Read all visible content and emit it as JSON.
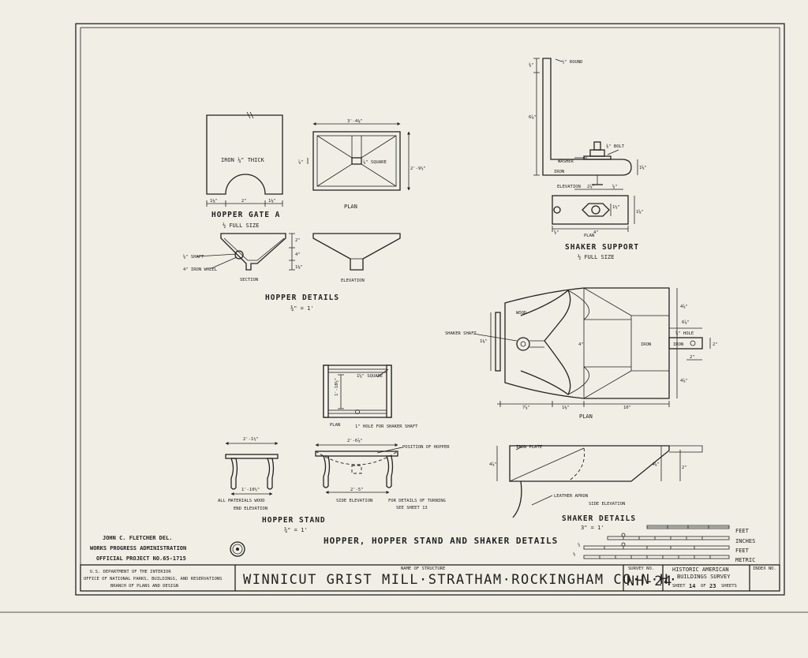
{
  "sheet_title": "HOPPER, HOPPER STAND AND SHAKER DETAILS",
  "hopper_gate": {
    "title": "HOPPER GATE A",
    "scale": "½ FULL SIZE",
    "note": "IRON ¼\" THICK",
    "dims": [
      "1⅛\"",
      "2\"",
      "1⅛\""
    ]
  },
  "hopper_plan": {
    "label": "PLAN",
    "note": "⅞\" SQUARE",
    "dims": [
      "3'-4⅛\"",
      "2'-9½\"",
      "⅞\""
    ]
  },
  "hopper_section": {
    "label": "SECTION",
    "shaft": "⅝\" SHAFT",
    "wheel": "4\" IRON WHEEL",
    "dims": [
      "2\"",
      "4\"",
      "1⅛\""
    ]
  },
  "hopper_elevation": {
    "label": "ELEVATION"
  },
  "hopper_details": {
    "title": "HOPPER DETAILS",
    "scale": "¾\" = 1'"
  },
  "shaker_support": {
    "round": "½\" ROUND",
    "washer": "WASHER",
    "bolt": "⅜\" BOLT",
    "iron": "IRON",
    "elevation": "ELEVATION",
    "plan": "PLAN",
    "title": "SHAKER SUPPORT",
    "scale": "½ FULL SIZE",
    "dims": [
      "⅜\"",
      "6⅞\"",
      "2⅞\"",
      "⅝\"",
      "1⅝\"",
      "4\"",
      "1⅝\"",
      "1½\"",
      "⅝\""
    ]
  },
  "shaker_plan": {
    "wood": "WOOD",
    "shaft": "SHAKER SHAFT",
    "iron": "IRON",
    "iron2": "IRON",
    "hole": "⅝\" HOLE",
    "label": "PLAN",
    "dims": [
      "6⅞\"",
      "2\"",
      "2\"",
      "7⅞\"",
      "1⅛\"",
      "10\"",
      "4\"",
      "4⅞\"",
      "4⅞\"",
      "1⅛\""
    ]
  },
  "stand_plan": {
    "label": "PLAN",
    "hole": "1\" HOLE FOR SHAKER SHAFT",
    "square": "1⅝\" SQUARE",
    "dim": "1'-10½\""
  },
  "stand_side": {
    "label": "SIDE ELEVATION",
    "position": "POSITION OF HOPPER",
    "turning1": "FOR DETAILS OF TURNING",
    "turning2": "SEE SHEET 13",
    "dims": [
      "2'-6⅞\"",
      "2'-5\""
    ]
  },
  "stand_end": {
    "materials": "ALL MATERIALS WOOD",
    "label": "END ELEVATION",
    "dims": [
      "2'-1½\"",
      "1'-10½\""
    ]
  },
  "hopper_stand": {
    "title": "HOPPER STAND",
    "scale": "¾\" = 1'"
  },
  "shaker_side": {
    "iron_plate": "IRON PLATE",
    "apron": "LEATHER APRON",
    "label": "SIDE ELEVATION",
    "dims": [
      "4⅞\"",
      "4⅝\"",
      "2\""
    ]
  },
  "shaker_details": {
    "title": "SHAKER DETAILS",
    "scale": "3\" = 1'"
  },
  "scale_bar": {
    "units": [
      "FEET",
      "INCHES",
      "FEET",
      "METRIC"
    ],
    "marks": [
      "¼",
      "½"
    ]
  },
  "credits": {
    "line1": "JOHN C. FLETCHER DEL.",
    "line2": "WORKS PROGRESS ADMINISTRATION",
    "line3": "OFFICIAL PROJECT NO.65-1715"
  },
  "title_block": {
    "dept1": "U.S. DEPARTMENT OF THE INTERIOR",
    "dept2": "OFFICE OF NATIONAL PARKS, BUILDINGS, AND RESERVATIONS",
    "dept3": "BRANCH OF PLANS AND DESIGN",
    "name_label": "NAME OF STRUCTURE",
    "name": "WINNICUT GRIST MILL·STRATHAM·ROCKINGHAM CO·N·H·",
    "survey_label": "SURVEY NO.",
    "survey_no": "NH-24",
    "habs1": "HISTORIC AMERICAN",
    "habs2": "BUILDINGS SURVEY",
    "sheet_word": "SHEET",
    "sheet_no": "14",
    "of_word": "OF",
    "sheet_total": "23",
    "sheets_word": "SHEETS",
    "index_label": "INDEX NO."
  }
}
